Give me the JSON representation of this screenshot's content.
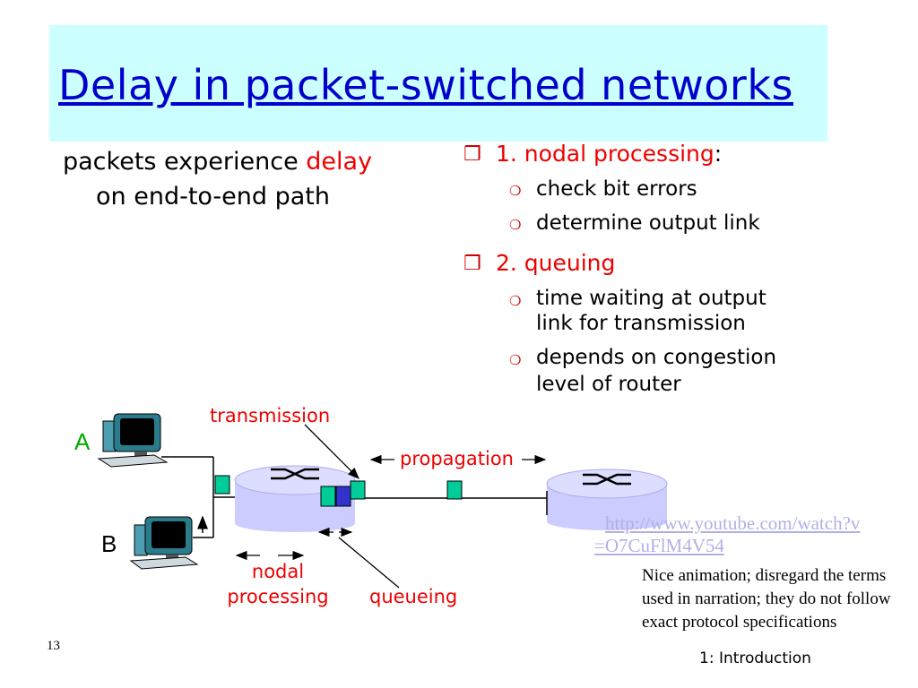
{
  "slide": {
    "title": "Delay in packet-switched networks",
    "intro_line1_prefix": "packets experience ",
    "intro_line1_emph": "delay",
    "intro_line2": "on end-to-end path",
    "bullets": [
      {
        "label": "1. nodal processing",
        "suffix": ":",
        "subs": [
          "check bit errors",
          "determine output link"
        ]
      },
      {
        "label": "2. queuing",
        "subs": [
          "time waiting at output",
          "link for transmission",
          "depends on congestion",
          "level of router"
        ]
      }
    ],
    "page_number": "13",
    "footer": "1: Introduction"
  },
  "diagram": {
    "host_a": "A",
    "host_b": "B",
    "transmission": "transmission",
    "propagation": "propagation",
    "nodal_line1": "nodal",
    "nodal_line2": "processing",
    "queueing": "queueing"
  },
  "link": {
    "line1": "http://www.youtube.com/watch?v",
    "line2": "=O7CuFlM4V54"
  },
  "note": "Nice animation; disregard the terms used in narration; they do not follow exact protocol specifications",
  "colors": {
    "title": "#0000cc",
    "title_band": "#ccffff",
    "accent_red": "#ee0000",
    "router_fill": "#ccccff",
    "packet_green": "#00cc99",
    "packet_blue": "#3333cc",
    "host_a_label": "#00aa00"
  }
}
